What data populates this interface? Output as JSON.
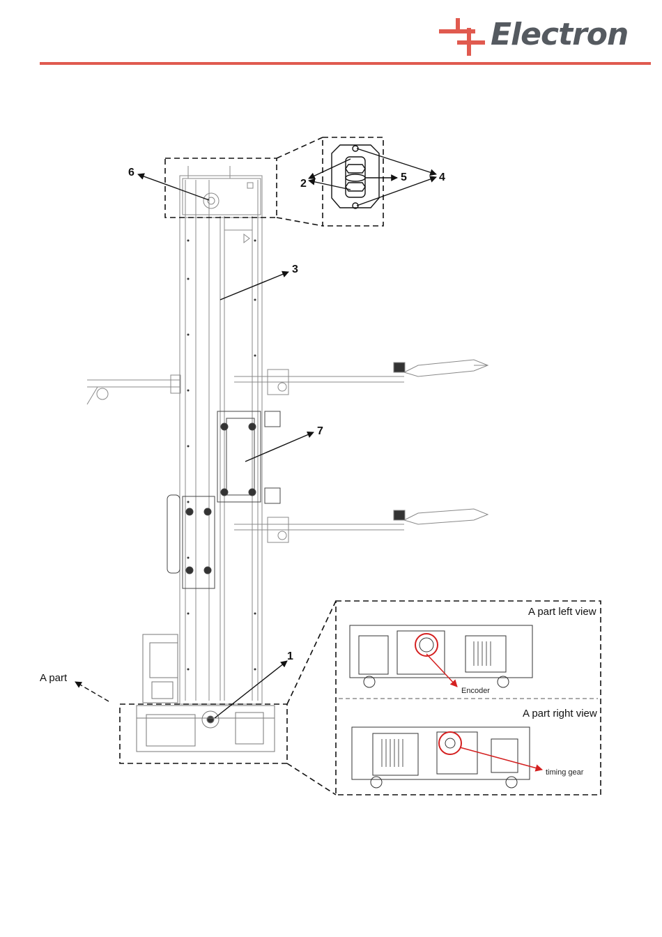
{
  "header": {
    "brand_name": "Electron",
    "brand_color": "#e05a4f",
    "logo_icon": "cross-logo-icon"
  },
  "callouts": {
    "c1": "1",
    "c2": "2",
    "c3": "3",
    "c4": "4",
    "c5": "5",
    "c6": "6",
    "c7": "7"
  },
  "labels": {
    "a_part": "A part",
    "left_view": "A part left view",
    "right_view": "A part right view",
    "encoder": "Encoder",
    "timing_gear": "timing gear"
  },
  "colors": {
    "line": "#888888",
    "dark": "#222222",
    "accent_red": "#d42020"
  }
}
